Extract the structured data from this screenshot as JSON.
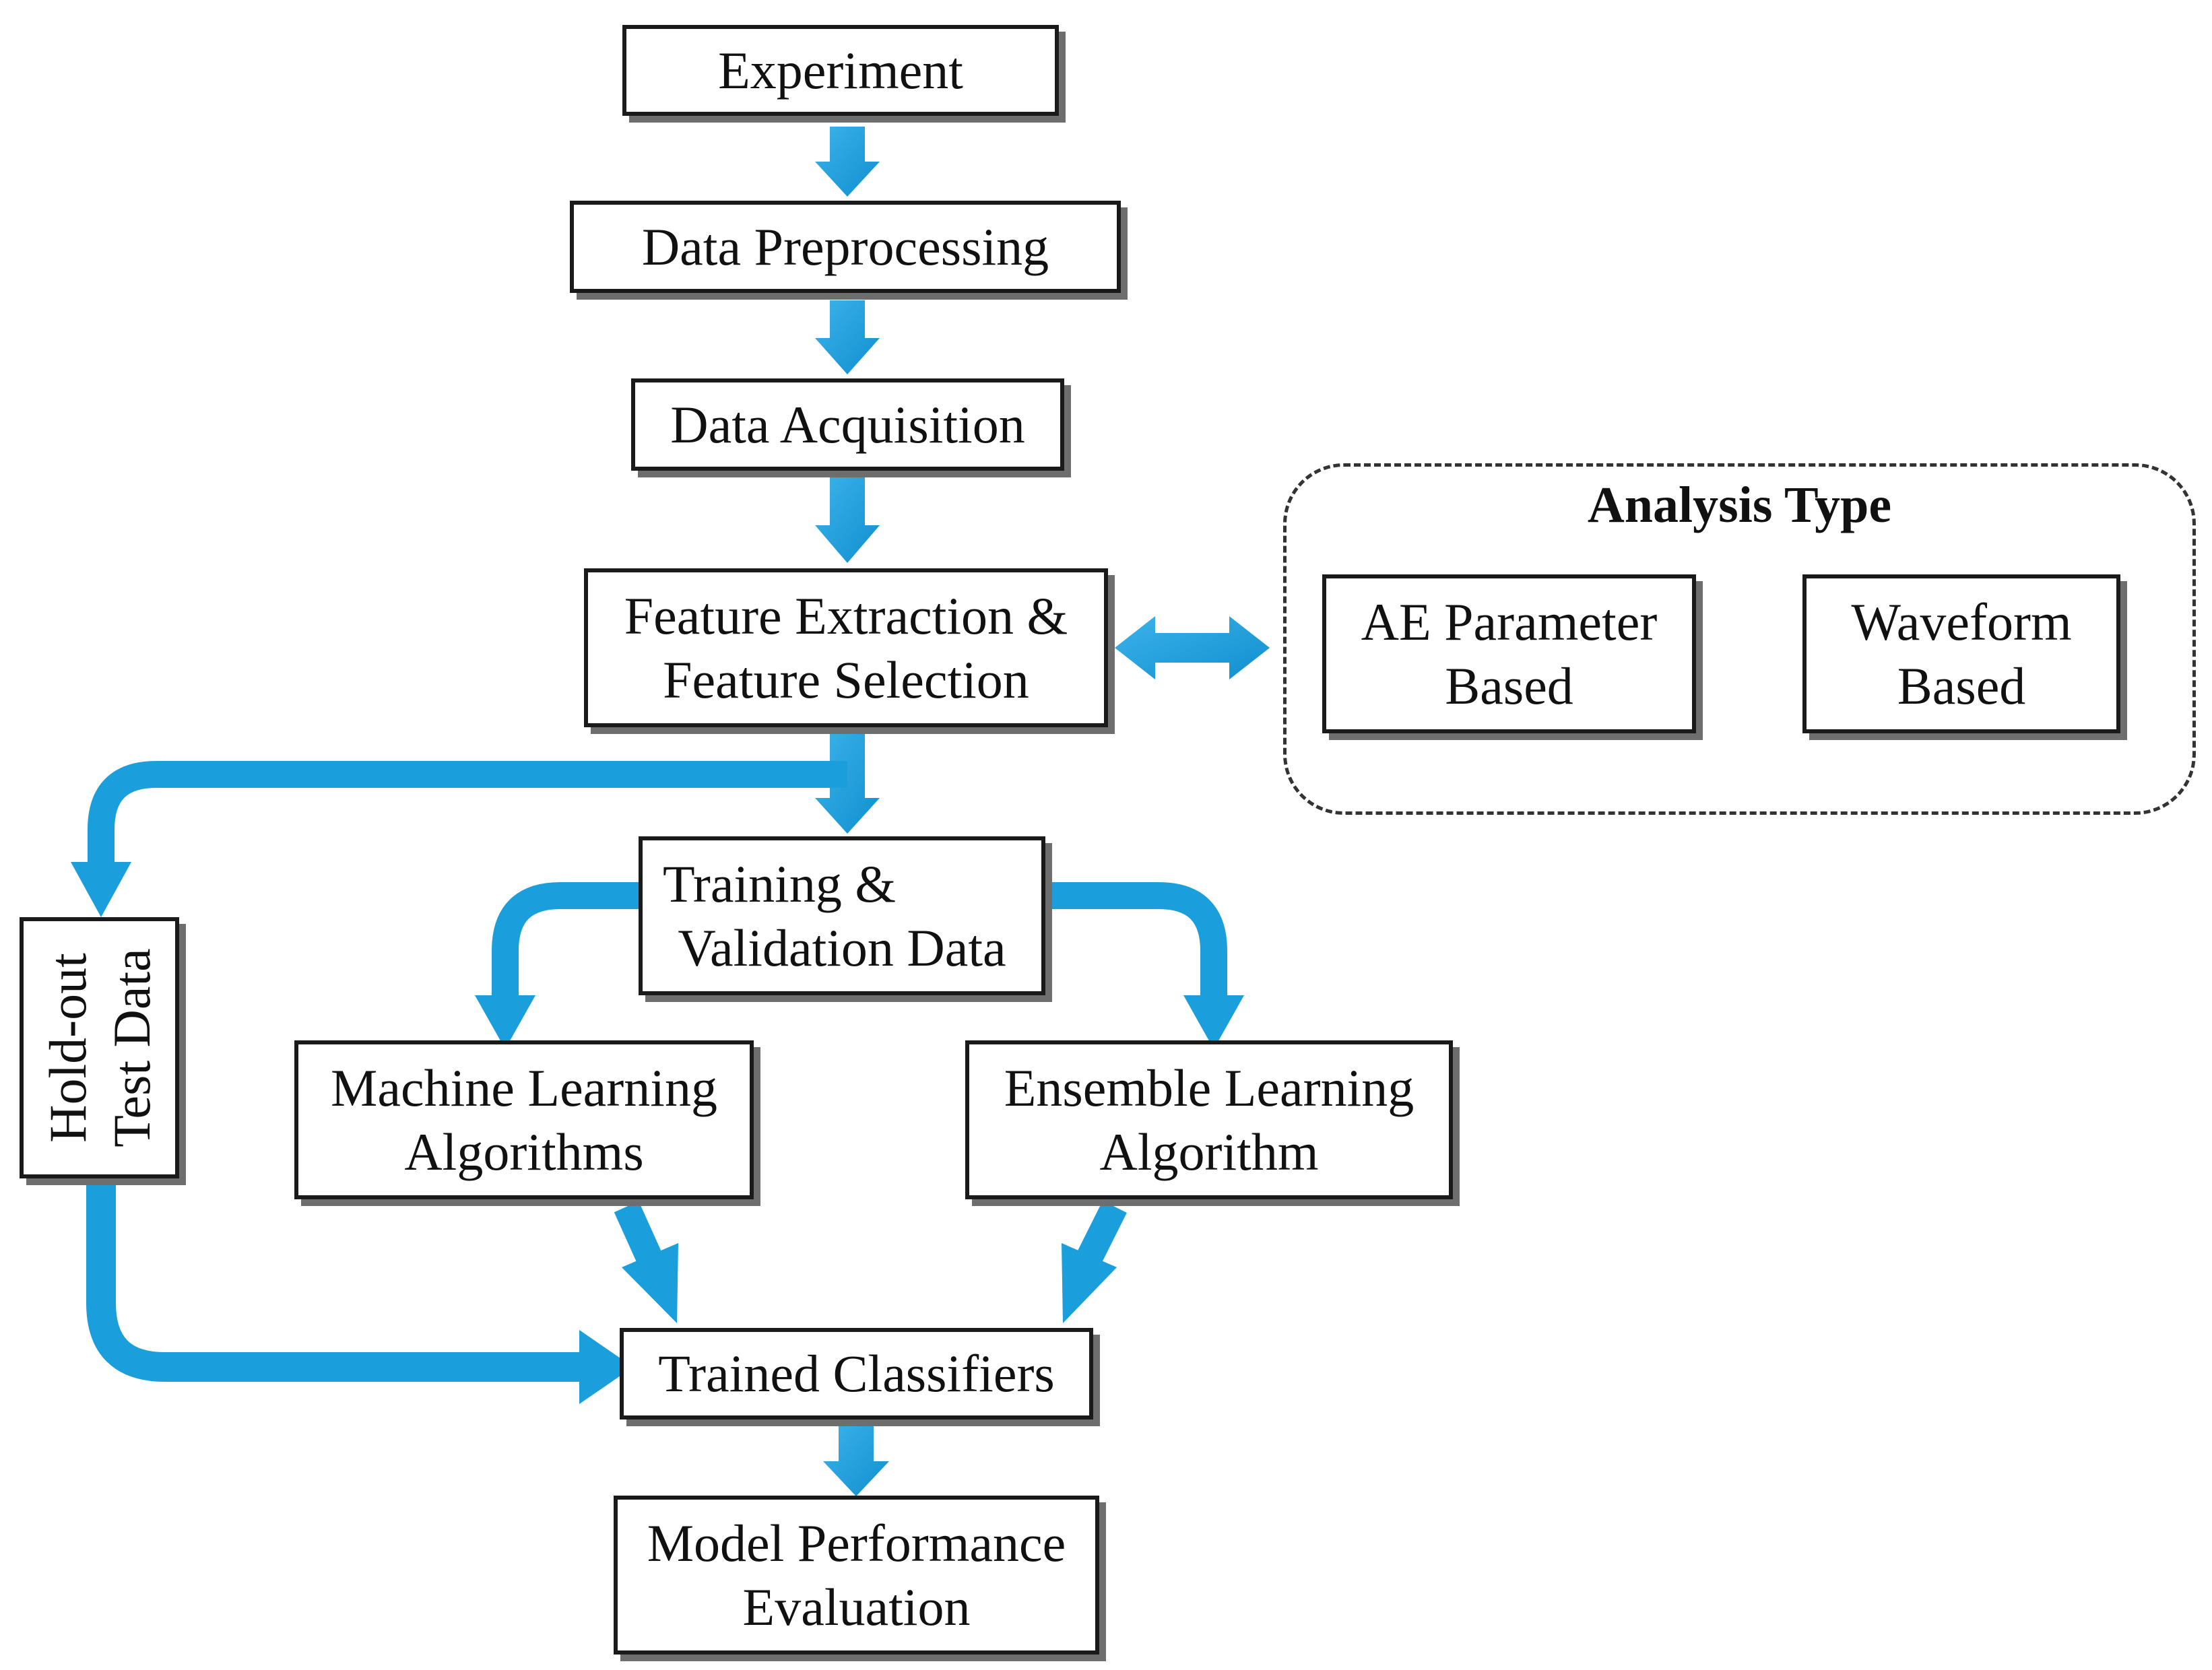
{
  "nodes": {
    "experiment": {
      "lines": [
        "Experiment"
      ]
    },
    "data_preprocessing": {
      "lines": [
        "Data Preprocessing"
      ]
    },
    "data_acquisition": {
      "lines": [
        "Data Acquisition"
      ]
    },
    "feature_extraction": {
      "lines": [
        "Feature Extraction &",
        "Feature Selection"
      ]
    },
    "training_validation": {
      "lines": [
        "Training &",
        "Validation Data"
      ]
    },
    "holdout_test": {
      "lines": [
        "Hold-out",
        "Test Data"
      ]
    },
    "machine_learning": {
      "lines": [
        "Machine Learning",
        "Algorithms"
      ]
    },
    "ensemble_learning": {
      "lines": [
        "Ensemble Learning",
        "Algorithm"
      ]
    },
    "trained_classifiers": {
      "lines": [
        "Trained Classifiers"
      ]
    },
    "model_performance": {
      "lines": [
        "Model Performance",
        "Evaluation"
      ]
    },
    "ae_parameter": {
      "lines": [
        "AE Parameter",
        "Based"
      ]
    },
    "waveform": {
      "lines": [
        "Waveform",
        "Based"
      ]
    }
  },
  "groups": {
    "analysis_type": {
      "title": "Analysis Type"
    }
  },
  "colors": {
    "arrow": "#1a9fdc",
    "border": "#1a1a1a",
    "shadow": "#6e6e6e"
  }
}
